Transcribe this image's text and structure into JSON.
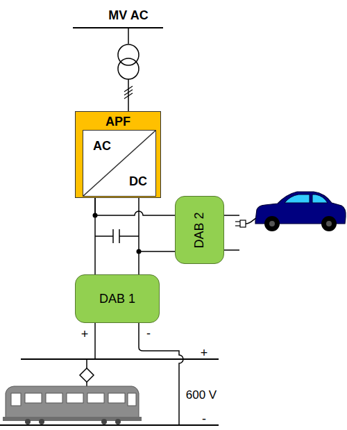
{
  "diagram": {
    "nodes": [
      {
        "text": [
          "APF"
        ]
      },
      {
        "text": [
          "AC",
          "DC"
        ],
        "in": 0
      },
      {
        "text": [
          "DAB 2"
        ]
      },
      {
        "text": [
          "DAB 1"
        ]
      }
    ],
    "edges": [
      {
        "from": 0,
        "to": 3,
        "arrow": "none"
      },
      {
        "from": 0,
        "to": 2,
        "arrow": "none"
      }
    ],
    "labels": [
      "MV AC",
      "+",
      "-",
      "+",
      "600 V",
      "-"
    ]
  }
}
